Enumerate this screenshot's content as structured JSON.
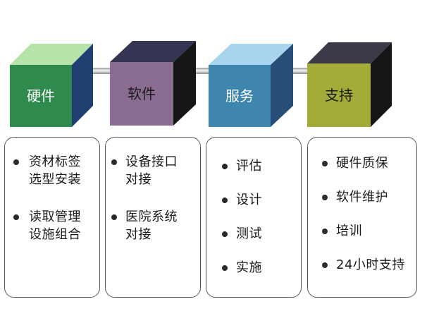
{
  "blocks": [
    {
      "title": "硬件",
      "colors": {
        "front": "#2f8a4e",
        "side": "#1f3f70",
        "top": "#b6e4a8"
      },
      "items": [
        "资材标签\n选型安装",
        "读取管理\n设施组合"
      ]
    },
    {
      "title": "软件",
      "colors": {
        "front": "#8a6c92",
        "side": "#161616",
        "top": "#353553"
      },
      "items": [
        "设备接口\n对接",
        "医院系统\n对接"
      ]
    },
    {
      "title": "服务",
      "colors": {
        "front": "#3e86ad",
        "side": "#274e78",
        "top": "#a9d4ee"
      },
      "items": [
        "评估",
        "设计",
        "测试",
        "实施"
      ]
    },
    {
      "title": "支持",
      "colors": {
        "front": "#a3ac38",
        "side": "#161616",
        "top": "#3a3a48"
      },
      "items": [
        "硬件质保",
        "软件维护",
        "培训",
        "24小时支持"
      ]
    }
  ],
  "connector_color": "#c8c8c8"
}
